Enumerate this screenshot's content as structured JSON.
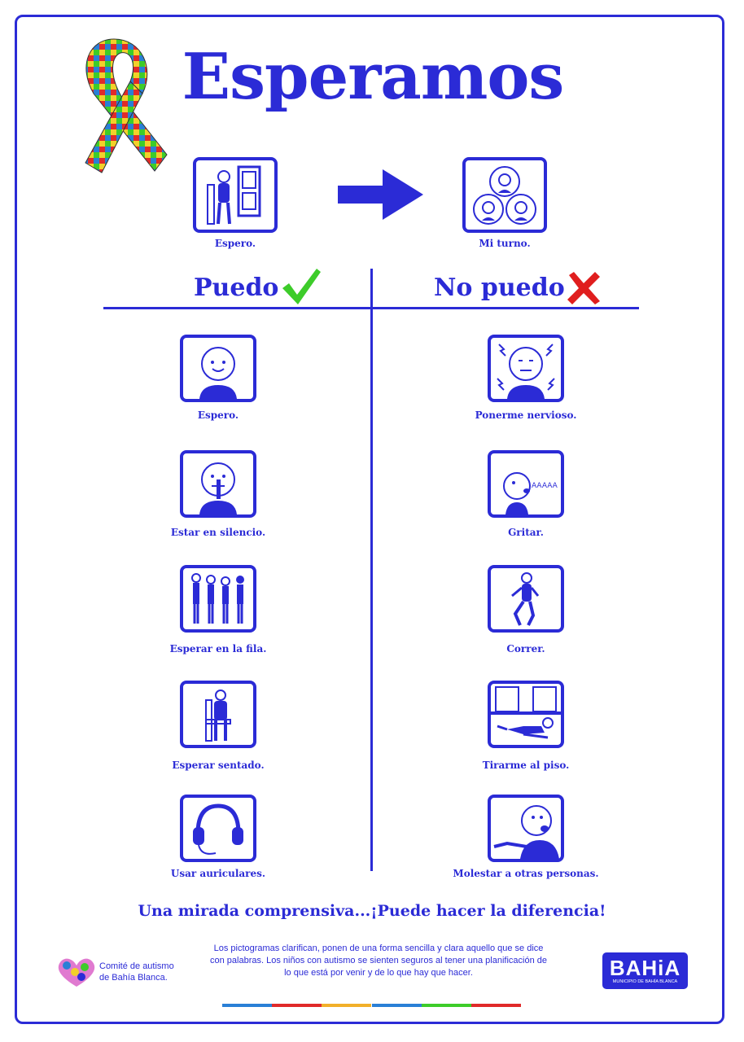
{
  "title": "Esperamos",
  "top_sequence": [
    {
      "caption": "Espero.",
      "icon": "person-waiting-door-icon"
    },
    {
      "caption": "Mi turno.",
      "icon": "three-faces-turn-icon"
    }
  ],
  "columns": {
    "can": {
      "heading": "Puedo",
      "mark": "green-check-icon"
    },
    "cannot": {
      "heading": "No puedo",
      "mark": "red-cross-icon"
    }
  },
  "can_items": [
    {
      "caption": "Espero.",
      "icon": "smiling-face-icon"
    },
    {
      "caption": "Estar en silencio.",
      "icon": "finger-on-lips-icon"
    },
    {
      "caption": "Esperar en la fila.",
      "icon": "people-in-line-icon"
    },
    {
      "caption": "Esperar sentado.",
      "icon": "person-sitting-icon"
    },
    {
      "caption": "Usar auriculares.",
      "icon": "headphones-icon"
    }
  ],
  "cannot_items": [
    {
      "caption": "Ponerme nervioso.",
      "icon": "nervous-face-icon"
    },
    {
      "caption": "Gritar.",
      "icon": "shouting-icon",
      "shout_text": "AAAAA"
    },
    {
      "caption": "Correr.",
      "icon": "running-person-icon"
    },
    {
      "caption": "Tirarme al piso.",
      "icon": "lying-on-floor-icon"
    },
    {
      "caption": "Molestar a otras personas.",
      "icon": "bothering-people-icon"
    }
  ],
  "tagline": "Una mirada comprensiva...¡Puede hacer la diferencia!",
  "footer": {
    "text": "Los pictogramas clarifican, ponen de una forma sencilla y clara aquello que se dice con palabras. Los niños con autismo se sienten seguros al tener una planificación de lo que está por venir y de lo que hay que hacer.",
    "comite_line1": "Comité de autismo",
    "comite_line2": "de Bahía Blanca.",
    "bahia_word": "BAHiA",
    "bahia_sub": "MUNICIPIO DE BAHÍA BLANCA"
  },
  "colors": {
    "primary": "#2b2bd6",
    "check": "#3dcc2a",
    "cross": "#e01e1e",
    "bar": [
      "#2a7fd6",
      "#e02a2a",
      "#f2b02a",
      "#2a7fd6",
      "#3dcc2a",
      "#e02a2a"
    ]
  }
}
